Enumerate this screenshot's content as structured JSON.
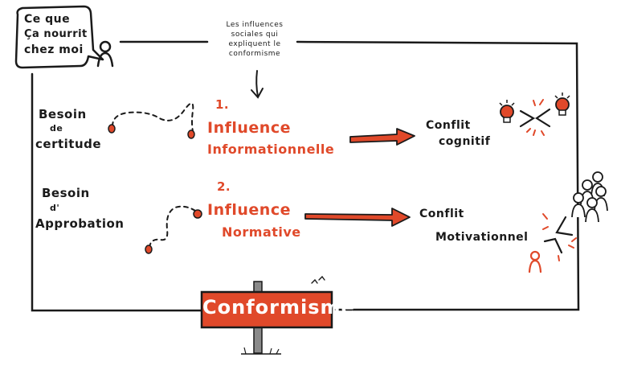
{
  "bubble": {
    "lines": [
      "Ce que",
      "Ça nourrit",
      "chez moi"
    ]
  },
  "note": {
    "lines": [
      "Les influences",
      "sociales qui",
      "expliquent le",
      "conformisme"
    ]
  },
  "row1": {
    "need_lines": [
      "Besoin",
      "de",
      "certitude"
    ],
    "number": "1.",
    "influence_lines": [
      "Influence",
      "Informationnelle"
    ],
    "conflict_lines": [
      "Conflit",
      "cognitif"
    ]
  },
  "row2": {
    "need_lines": [
      "Besoin",
      "d'",
      "Approbation"
    ],
    "number": "2.",
    "influence_lines": [
      "Influence",
      "Normative"
    ],
    "conflict_lines": [
      "Conflit",
      "Motivationnel"
    ]
  },
  "sign": {
    "label": "Conformisme"
  },
  "colors": {
    "accent": "#e0492a",
    "ink": "#1a1a1a",
    "grey": "#8a8a8a"
  }
}
